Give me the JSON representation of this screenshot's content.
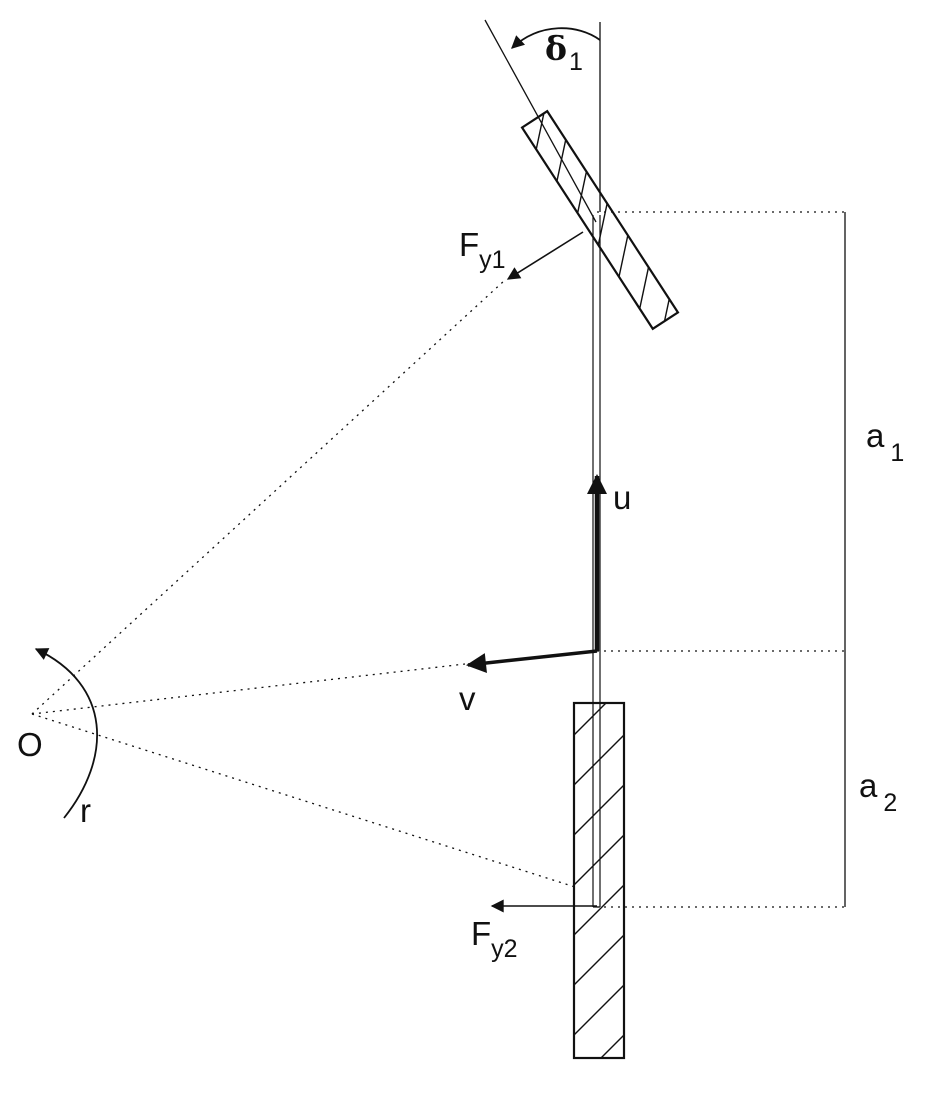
{
  "labels": {
    "delta1": {
      "main": "δ",
      "sub": "1"
    },
    "fy1": {
      "main": "F",
      "sub": "y1"
    },
    "fy2": {
      "main": "F",
      "sub": "y2"
    },
    "a1": {
      "main": "a",
      "sub": "1"
    },
    "a2": {
      "main": "a",
      "sub": "2"
    },
    "u": "u",
    "v": "v",
    "origin": "O",
    "r": "r"
  },
  "colors": {
    "ink": "#111111",
    "background": "#ffffff"
  }
}
